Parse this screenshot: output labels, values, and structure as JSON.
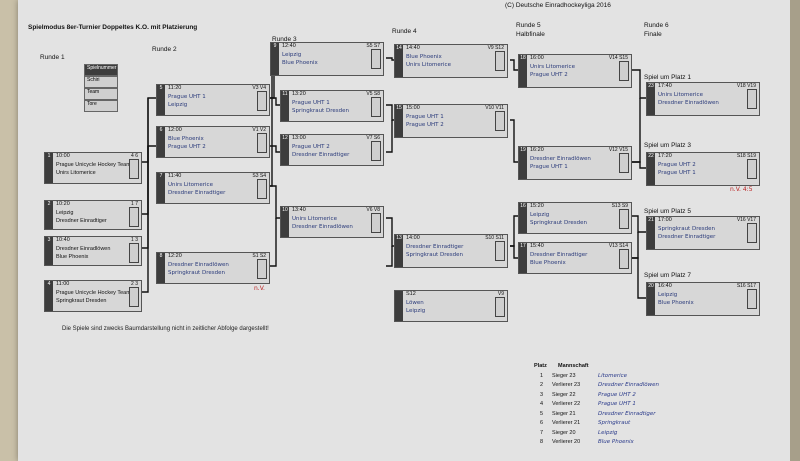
{
  "header": {
    "title": "Spielmodus 8er-Turnier Doppeltes K.O. mit Platzierung",
    "copyright": "(C) Deutsche Einradhockeyliga 2016"
  },
  "legend": [
    "Spielnummer",
    "Schiri",
    "Team",
    "Tore"
  ],
  "rounds": {
    "r1": "Runde 1",
    "r2": "Runde 2",
    "r3": "Runde 3",
    "r4": "Runde 4",
    "r5": "Runde 5",
    "r5sub": "Halbfinale",
    "r6": "Runde 6",
    "r6sub": "Finale"
  },
  "matches": {
    "m1": {
      "num": "1",
      "time": "10:00",
      "ref": "4  6",
      "a": "Prague Unicycle Hockey Team",
      "b": "Unirs Litomerice"
    },
    "m2": {
      "num": "2",
      "time": "10:20",
      "ref": "1  7",
      "a": "Leipzig",
      "b": "Dresdner Einradtiger"
    },
    "m3": {
      "num": "3",
      "time": "10:40",
      "ref": "1  3",
      "a": "Dresdner Einradlöwen",
      "b": "Blue Phoenix"
    },
    "m4": {
      "num": "4",
      "time": "11:00",
      "ref": "2  3",
      "a": "Prague Unicycle Hockey Team",
      "b": "Springkraut Dresden"
    },
    "m5": {
      "num": "5",
      "time": "11:20",
      "ref": "V3  V4",
      "a": "Prague UHT 1",
      "b": "Leipzig"
    },
    "m6": {
      "num": "6",
      "time": "12:00",
      "ref": "V1  V2",
      "a": "Blue Phoenix",
      "b": "Prague UHT 2"
    },
    "m7": {
      "num": "7",
      "time": "11:40",
      "ref": "S3  S4",
      "a": "Unirs Litomerice",
      "b": "Dresdner Einradtiger"
    },
    "m8": {
      "num": "8",
      "time": "12:20",
      "ref": "S1  S2",
      "a": "Dresdner Einradlöwen",
      "b": "Springkraut Dresden"
    },
    "m9": {
      "num": "9",
      "time": "12:40",
      "ref": "S5  S7",
      "a": "Leipzig",
      "b": "Blue Phoenix"
    },
    "m10": {
      "num": "10",
      "time": "13:40",
      "ref": "V6  V8",
      "a": "Unirs Litomerice",
      "b": "Dresdner Einradlöwen"
    },
    "m11": {
      "num": "11",
      "time": "13:20",
      "ref": "V5  S8",
      "a": "Prague UHT 1",
      "b": "Springkraut Dresden"
    },
    "m12": {
      "num": "12",
      "time": "13:00",
      "ref": "V7  S6",
      "a": "Prague UHT 2",
      "b": "Dresdner Einradtiger"
    },
    "m13": {
      "num": "13",
      "time": "14:00",
      "ref": "S10  S11",
      "a": "Dresdner Einradtiger",
      "b": "Springkraut Dresden"
    },
    "m14": {
      "num": "14",
      "time": "14:40",
      "ref": "V9  S12",
      "a": "Blue Phoenix",
      "b": "Unirs Litomerice"
    },
    "m15": {
      "num": "15",
      "time": "15:00",
      "ref": "V10  V11",
      "a": "Prague UHT 1",
      "b": "Prague UHT 2"
    },
    "m16": {
      "num": "16",
      "time": "15:20",
      "ref": "S13  S9",
      "a": "Leipzig",
      "b": "Springkraut Dresden"
    },
    "m17": {
      "num": "17",
      "time": "15:40",
      "ref": "V13  S14",
      "a": "Dresdner Einradtiger",
      "b": "Blue Phoenix"
    },
    "m18": {
      "num": "18",
      "time": "16:00",
      "ref": "V14  S15",
      "a": "Unirs Litomerice",
      "b": "Prague UHT 2"
    },
    "m19": {
      "num": "19",
      "time": "16:20",
      "ref": "V12  V15",
      "a": "Dresdner Einradlöwen",
      "b": "Prague UHT 1"
    },
    "m20": {
      "num": "20",
      "time": "16:40",
      "ref": "S16  S17",
      "a": "Leipzig",
      "b": "Blue Phoenix"
    },
    "m21": {
      "num": "21",
      "time": "17:00",
      "ref": "V16  V17",
      "a": "Springkraut Dresden",
      "b": "Dresdner Einradtiger"
    },
    "m22": {
      "num": "22",
      "time": "17:20",
      "ref": "S18  S19",
      "a": "Prague UHT 2",
      "b": "Prague UHT 1"
    },
    "m23": {
      "num": "23",
      "time": "17:40",
      "ref": "V18  V19",
      "a": "Unirs Litomerice",
      "b": "Dresdner Einradlöwen"
    }
  },
  "places": {
    "p1": "Spiel um Platz 1",
    "p3": "Spiel um Platz 3",
    "p5": "Spiel um Platz 5",
    "p7": "Spiel um Platz 7"
  },
  "extra": {
    "s12": "S12",
    "v9": "V9",
    "lower_a": "Löwen",
    "lower_b": "Leipzig"
  },
  "note": "Die Spiele sind zwecks Baumdarstellung nicht in zeitlicher Abfolge dargestellt!",
  "handnote": "n.V. 4:5",
  "nv": "n.V.",
  "standings": {
    "h_place": "Platz",
    "h_team": "Mannschaft",
    "rows": [
      {
        "place": "1",
        "slot": "Sieger 23",
        "team": "Litomerice"
      },
      {
        "place": "2",
        "slot": "Verlierer 23",
        "team": "Dresdner Einradlöwen"
      },
      {
        "place": "3",
        "slot": "Sieger 22",
        "team": "Prague UHT 2"
      },
      {
        "place": "4",
        "slot": "Verlierer 22",
        "team": "Prague UHT 1"
      },
      {
        "place": "5",
        "slot": "Sieger 21",
        "team": "Dresdner Einradtiger"
      },
      {
        "place": "6",
        "slot": "Verlierer 21",
        "team": "Springkraut"
      },
      {
        "place": "7",
        "slot": "Sieger 20",
        "team": "Leipzig"
      },
      {
        "place": "8",
        "slot": "Verlierer 20",
        "team": "Blue Phoenix"
      }
    ]
  }
}
